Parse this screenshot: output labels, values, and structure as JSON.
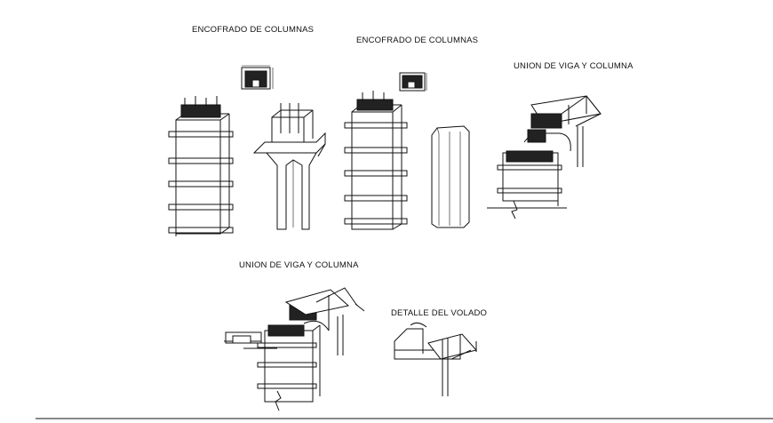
{
  "labels": {
    "encofrado_1": "ENCOFRADO DE COLUMNAS",
    "encofrado_2": "ENCOFRADO DE COLUMNAS",
    "union_1": "UNION DE VIGA Y COLUMNA",
    "union_2": "UNION DE VIGA Y COLUMNA",
    "detalle": "DETALLE DEL VOLADO"
  },
  "colors": {
    "ink": "#111111",
    "hatch": "#222222",
    "background": "#ffffff"
  }
}
